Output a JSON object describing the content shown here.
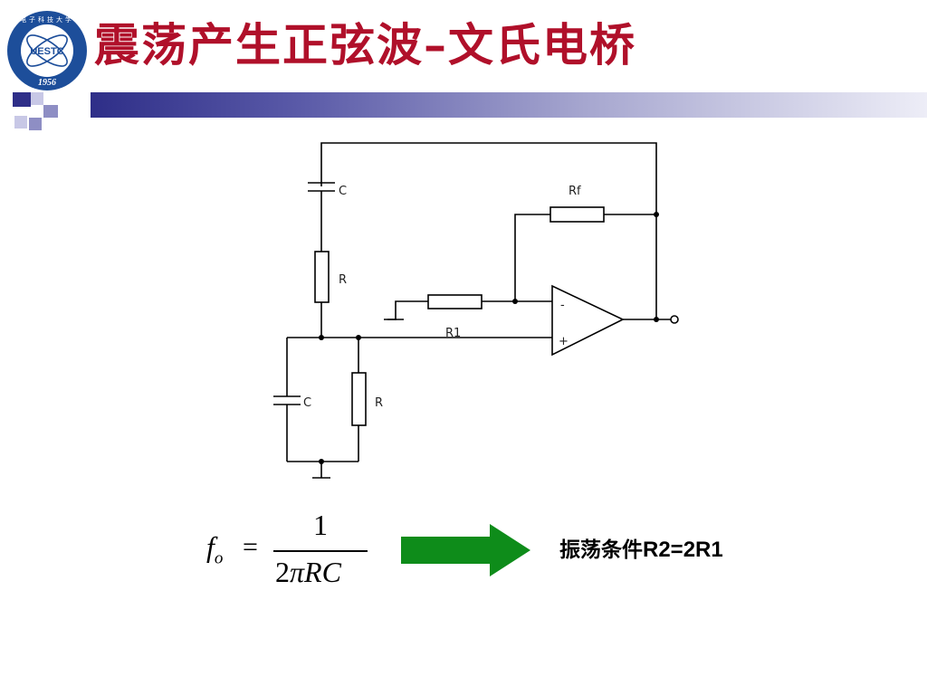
{
  "logo": {
    "abbreviation": "UESTC",
    "year": "1956",
    "ring_text": "电子科技大学"
  },
  "title": "震荡产生正弦波–文氏电桥",
  "colors": {
    "title": "#b0102a",
    "logo_blue": "#1d4e9a",
    "bar_dark": "#2e2e88",
    "square_light": "#c8c8e6",
    "arrow": "#0e8c1a",
    "wire": "#000000"
  },
  "circuit": {
    "labels": {
      "c_top": "C",
      "r_series": "R",
      "c_bottom": "C",
      "r_shunt": "R",
      "rf": "Rf",
      "r1": "R1",
      "minus": "-",
      "plus": "+"
    }
  },
  "formula": {
    "lhs_var": "f",
    "lhs_sub": "o",
    "equals": "=",
    "numerator": "1",
    "den_number": "2",
    "den_pi": "π",
    "den_vars": "RC"
  },
  "arrow_icon": "right-arrow-icon",
  "condition": {
    "label": "振荡条件",
    "value": "R2=2R1"
  }
}
